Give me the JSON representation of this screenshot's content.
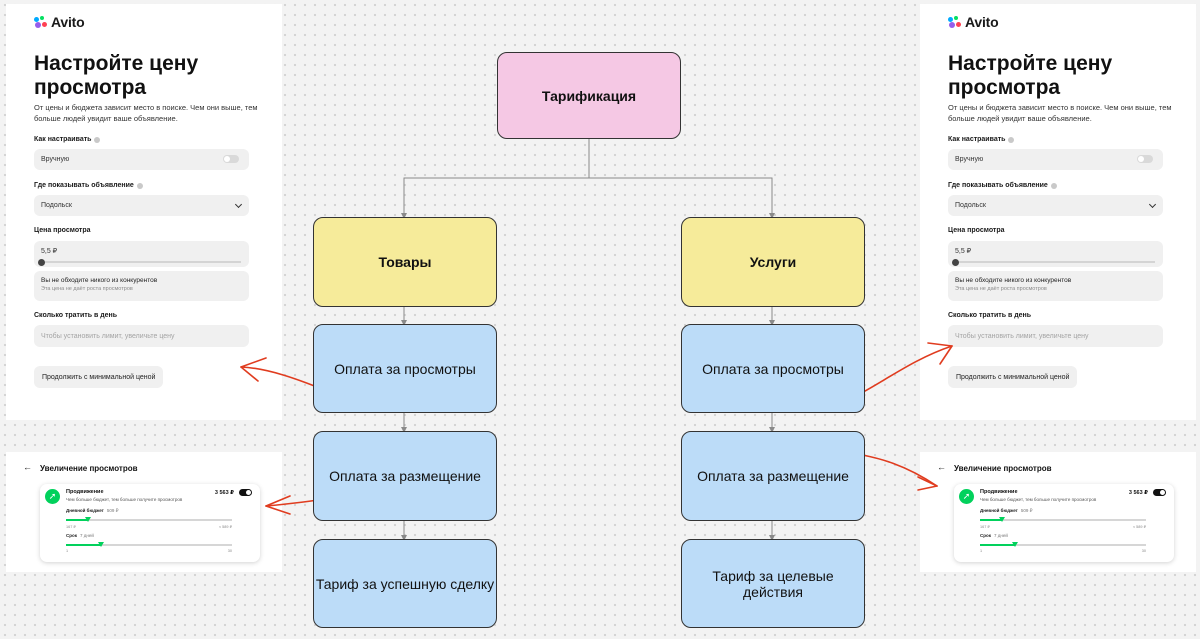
{
  "panel": {
    "logo_text": "Avito",
    "title": "Настройте цену просмотра",
    "subtitle": "От цены и бюджета зависит место в поиске. Чем они выше, тем больше людей увидит ваше объявление.",
    "how_label": "Как настраивать",
    "how_value": "Вручную",
    "where_label": "Где показывать объявление",
    "where_value": "Подольск",
    "price_label": "Цена просмотра",
    "price_value": "5,5 ₽",
    "warn_title": "Вы не обходите никого из конкурентов",
    "warn_text": "Эта цена не даёт роста просмотров",
    "spend_label": "Сколько тратить в день",
    "spend_placeholder": "Чтобы установить лимит, увеличьте цену",
    "continue_label": "Продолжить с минимальной ценой"
  },
  "promo": {
    "back_glyph": "←",
    "title": "Увеличение просмотров",
    "name": "Продвижение",
    "desc": "Чем больше бюджет, тем больше получите просмотров",
    "price": "3 563 ₽",
    "budget_label": "Дневной бюджет",
    "budget_value": "509 ₽",
    "budget_min": "167 ₽",
    "budget_max": "≈ 589 ₽",
    "budget_level": 0.13,
    "term_label": "Срок",
    "term_value": "7 дней",
    "term_min": "1",
    "term_max": "30",
    "term_level": 0.21,
    "icon": "rocket-icon"
  },
  "diagram": {
    "root": "Тарификация",
    "goods": {
      "title": "Товары",
      "items": [
        "Оплата за просмотры",
        "Оплата за размещение",
        "Тариф за успешную сделку"
      ]
    },
    "services": {
      "title": "Услуги",
      "items": [
        "Оплата за просмотры",
        "Оплата за размещение",
        "Тариф за целевые действия"
      ]
    }
  },
  "colors": {
    "root": "#f5c8e4",
    "category": "#f6eb9a",
    "item": "#bcdcf8",
    "arrow_annotation": "#e03c1f",
    "avito_green": "#02d15c"
  }
}
